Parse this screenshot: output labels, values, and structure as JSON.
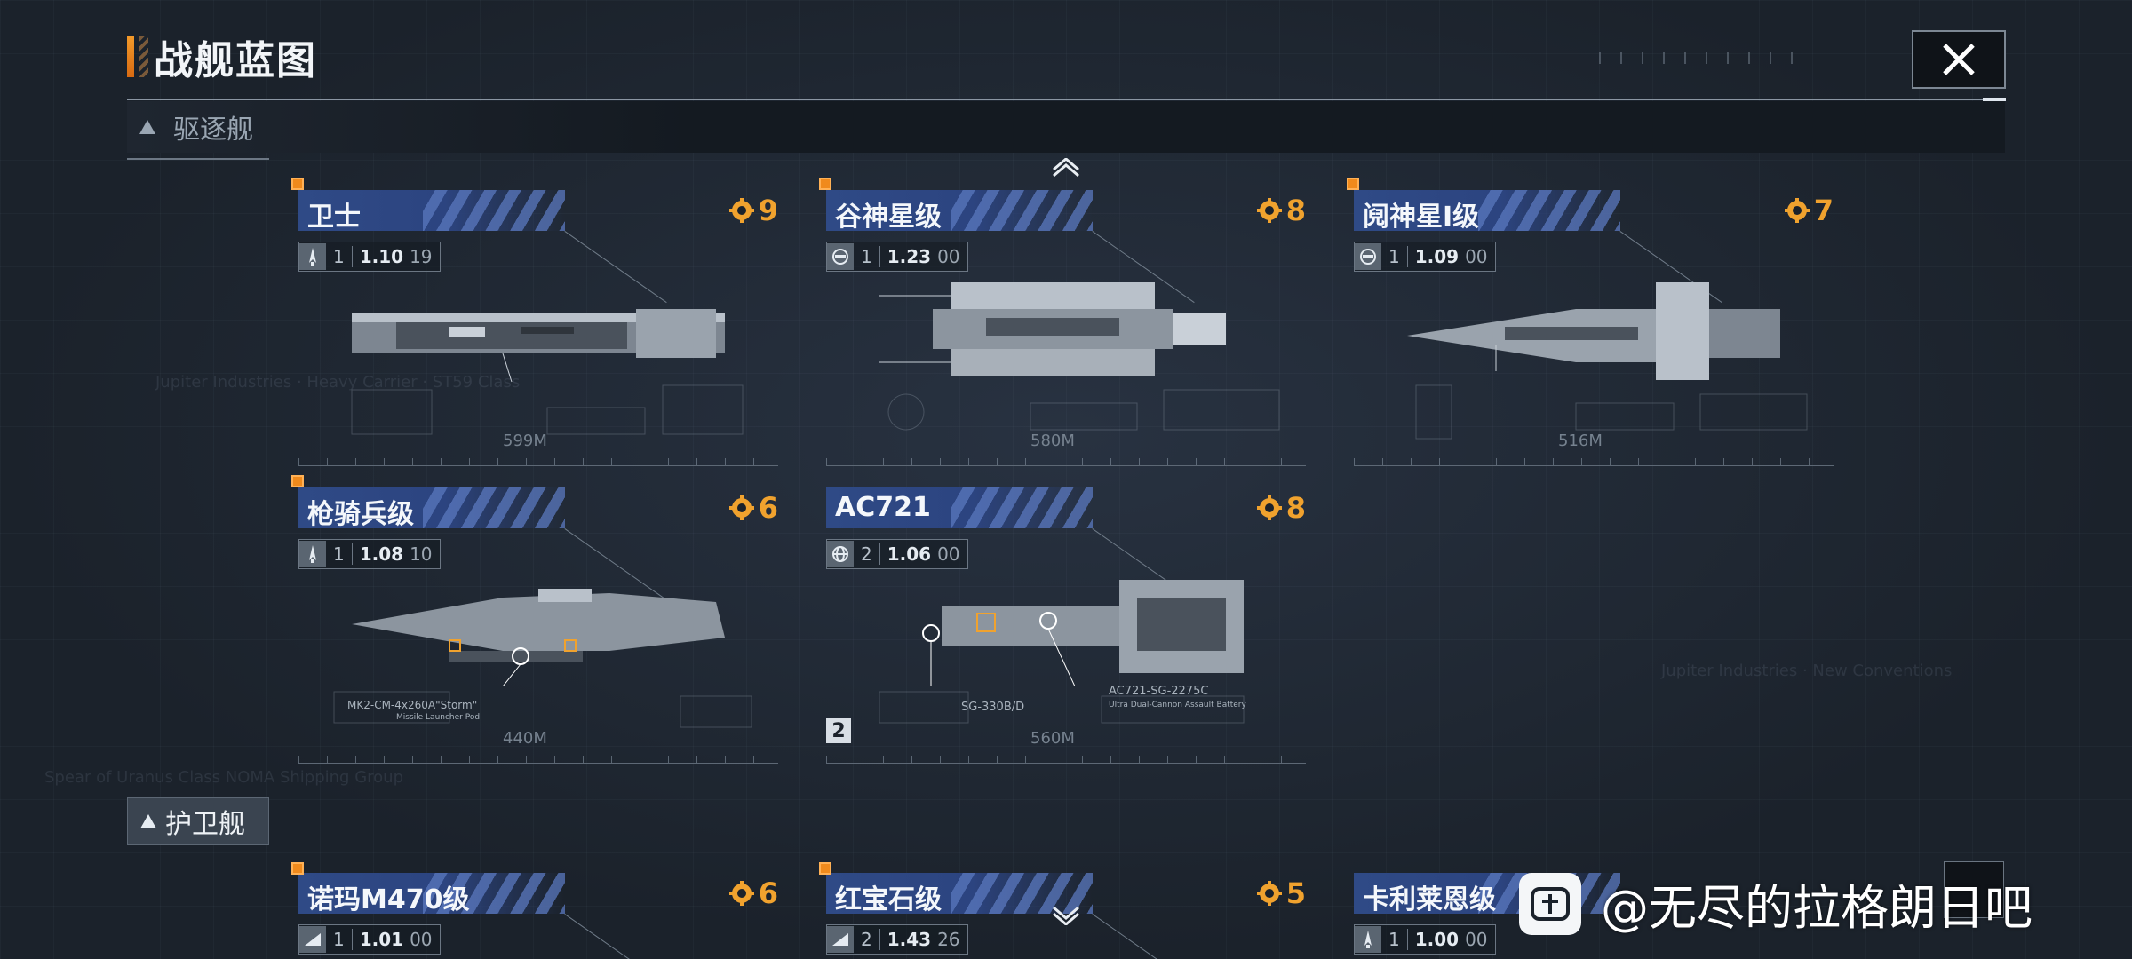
{
  "header": {
    "title": "战舰蓝图"
  },
  "sections": {
    "destroyer_label": "驱逐舰",
    "frigate_label": "护卫舰"
  },
  "cards": [
    {
      "name": "卫士",
      "cost": "9",
      "tier": "1",
      "version": "1.10",
      "sub": "19",
      "length": "599M",
      "icon": "missile-ship-icon"
    },
    {
      "name": "谷神星级",
      "cost": "8",
      "tier": "1",
      "version": "1.23",
      "sub": "00",
      "length": "580M",
      "icon": "carrier-ship-icon"
    },
    {
      "name": "阋神星I级",
      "cost": "7",
      "tier": "1",
      "version": "1.09",
      "sub": "00",
      "length": "516M",
      "icon": "carrier-ship-icon"
    },
    {
      "name": "枪骑兵级",
      "cost": "6",
      "tier": "1",
      "version": "1.08",
      "sub": "10",
      "length": "440M",
      "icon": "missile-ship-icon",
      "weapon": "MK2-CM-4x260A\"Storm\"",
      "weapon_sub": "Missile Launcher Pod"
    },
    {
      "name": "AC721",
      "cost": "8",
      "tier": "2",
      "version": "1.06",
      "sub": "00",
      "length": "560M",
      "icon": "globe-icon",
      "weapon": "SG-330B/D",
      "weapon2": "AC721-SG-2275C",
      "weapon2_sub": "Ultra Dual-Cannon Assault Battery",
      "rank": "2"
    },
    {
      "name": "诺玛M470级",
      "cost": "6",
      "tier": "1",
      "version": "1.01",
      "sub": "00",
      "icon": "frigate-icon"
    },
    {
      "name": "红宝石级",
      "cost": "5",
      "tier": "2",
      "version": "1.43",
      "sub": "26",
      "icon": "frigate-icon"
    },
    {
      "name": "卡利莱恩级",
      "cost": "",
      "tier": "1",
      "version": "1.00",
      "sub": "00",
      "icon": "missile-ship-icon"
    }
  ],
  "watermark": {
    "text": "@无尽的拉格朗日吧"
  },
  "colors": {
    "accent": "#f0a22e",
    "plate": "#2f4a86",
    "badge": "#f08a1c"
  }
}
